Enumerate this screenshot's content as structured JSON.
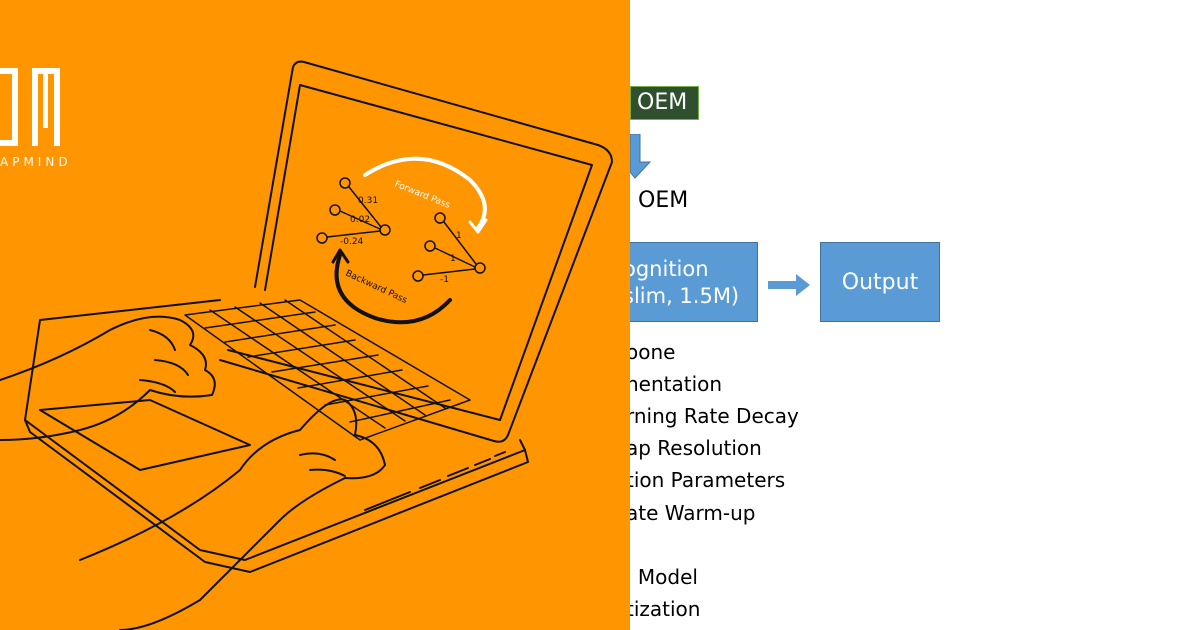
{
  "logo": {
    "text": "APMIND"
  },
  "illustration": {
    "network_values_left": [
      "0.31",
      "0.02",
      "-0.24"
    ],
    "network_values_right": [
      "1",
      "1",
      "-1"
    ],
    "forward_label": "Forward Pass",
    "backward_label": "Backward Pass"
  },
  "slide": {
    "pill_label": "OEM",
    "subheading": "OEM",
    "recognition_box": {
      "line1": "ognition",
      "line2": "slim, 1.5M)"
    },
    "output_box": "Output",
    "list_items": [
      "oone",
      "nentation",
      "rning Rate Decay",
      "ap Resolution",
      "tion Parameters",
      "ate Warm-up",
      "l Model",
      "tization"
    ]
  },
  "colors": {
    "orange": "#ff9500",
    "box_blue": "#5b9bd5",
    "pill_bg": "#2f4f2f"
  }
}
